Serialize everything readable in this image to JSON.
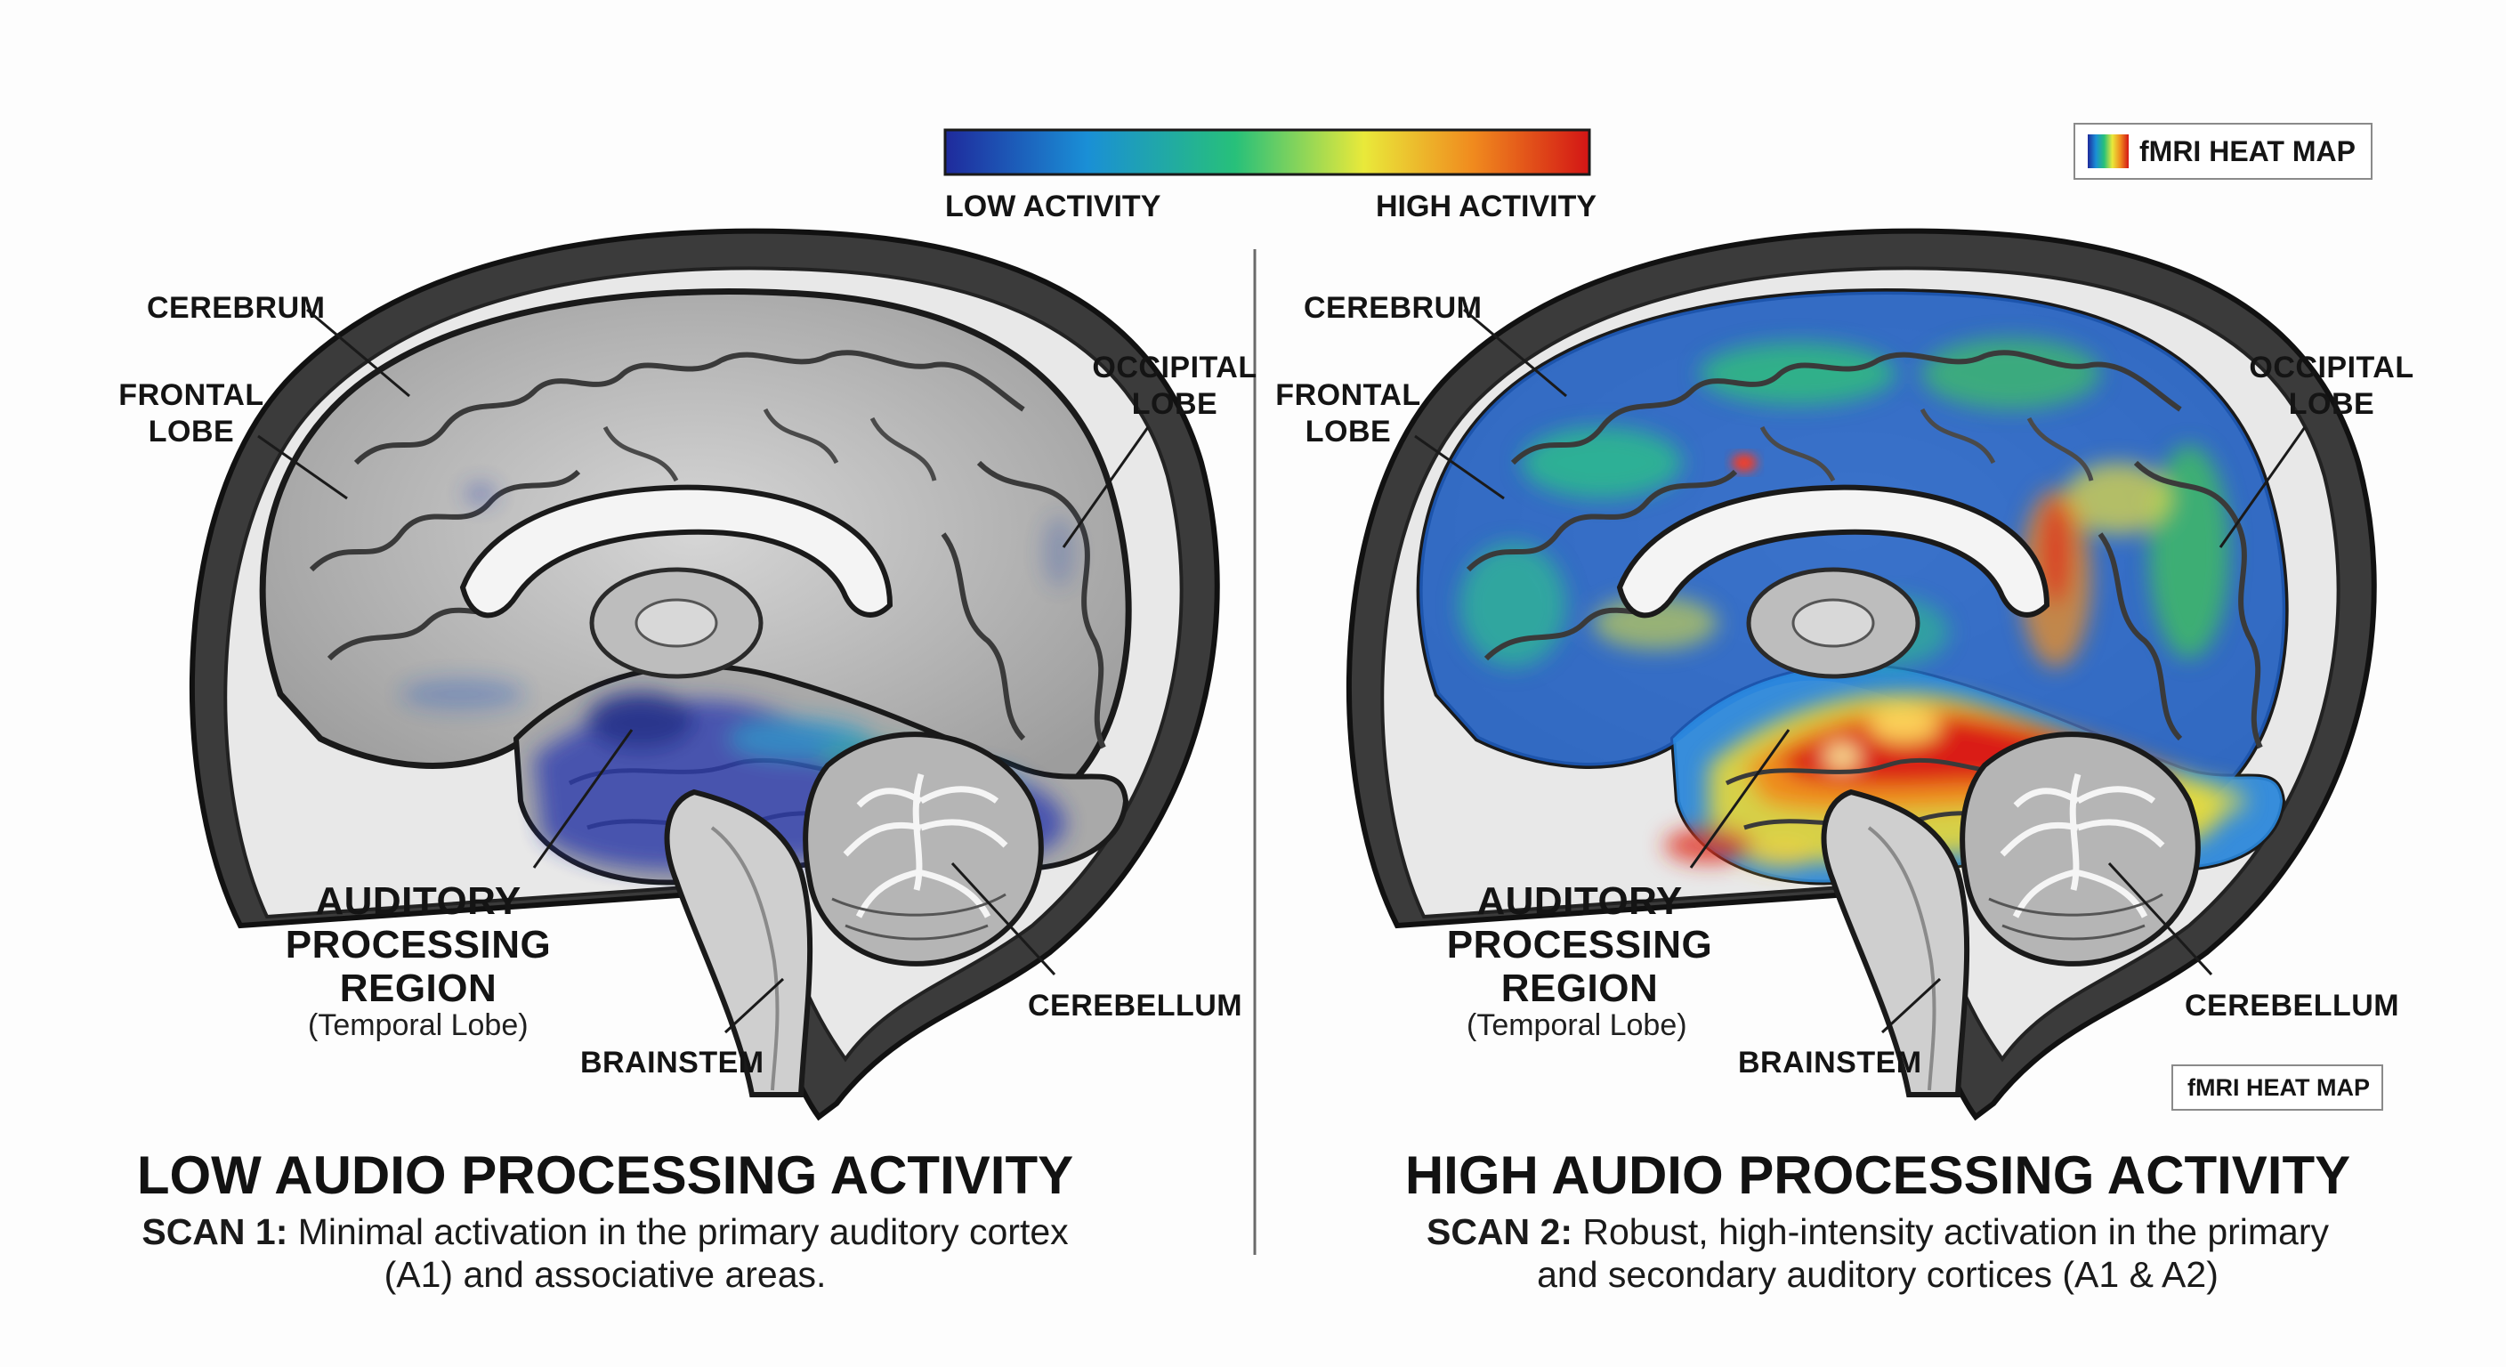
{
  "colorscale": {
    "low_label": "LOW ACTIVITY",
    "high_label": "HIGH ACTIVITY",
    "colors": [
      "#1f2a9c",
      "#1a8fd6",
      "#27c07a",
      "#e9e93a",
      "#f08a1e",
      "#d31515"
    ]
  },
  "legend_badge": {
    "text": "fMRI HEAT MAP",
    "icon": "color-gradient-swatch-icon"
  },
  "legend_badge_small": {
    "text": "fMRI HEAT MAP"
  },
  "scan1": {
    "labels": {
      "cerebrum": "CEREBRUM",
      "frontal_lobe_l1": "FRONTAL",
      "frontal_lobe_l2": "LOBE",
      "occipital_lobe_l1": "OCCIPITAL",
      "occipital_lobe_l2": "LOBE",
      "auditory_l1": "AUDITORY",
      "auditory_l2": "PROCESSING",
      "auditory_l3": "REGION",
      "auditory_sub": "(Temporal Lobe)",
      "brainstem": "BRAINSTEM",
      "cerebellum": "CEREBELLUM"
    },
    "title": "LOW AUDIO PROCESSING ACTIVITY",
    "scan_prefix": "SCAN 1:",
    "desc_l1": " Minimal activation in the primary auditory cortex",
    "desc_l2": "(A1) and associative areas.",
    "activity_level": "low"
  },
  "scan2": {
    "labels": {
      "cerebrum": "CEREBRUM",
      "frontal_lobe_l1": "FRONTAL",
      "frontal_lobe_l2": "LOBE",
      "occipital_lobe_l1": "OCCIPITAL",
      "occipital_lobe_l2": "LOBE",
      "auditory_l1": "AUDITORY",
      "auditory_l2": "PROCESSING",
      "auditory_l3": "REGION",
      "auditory_sub": "(Temporal Lobe)",
      "brainstem": "BRAINSTEM",
      "cerebellum": "CEREBELLUM"
    },
    "title": "HIGH AUDIO PROCESSING ACTIVITY",
    "scan_prefix": "SCAN 2:",
    "desc_l1": " Robust, high-intensity activation in the primary",
    "desc_l2": "and secondary auditory cortices (A1 & A2)",
    "activity_level": "high"
  }
}
